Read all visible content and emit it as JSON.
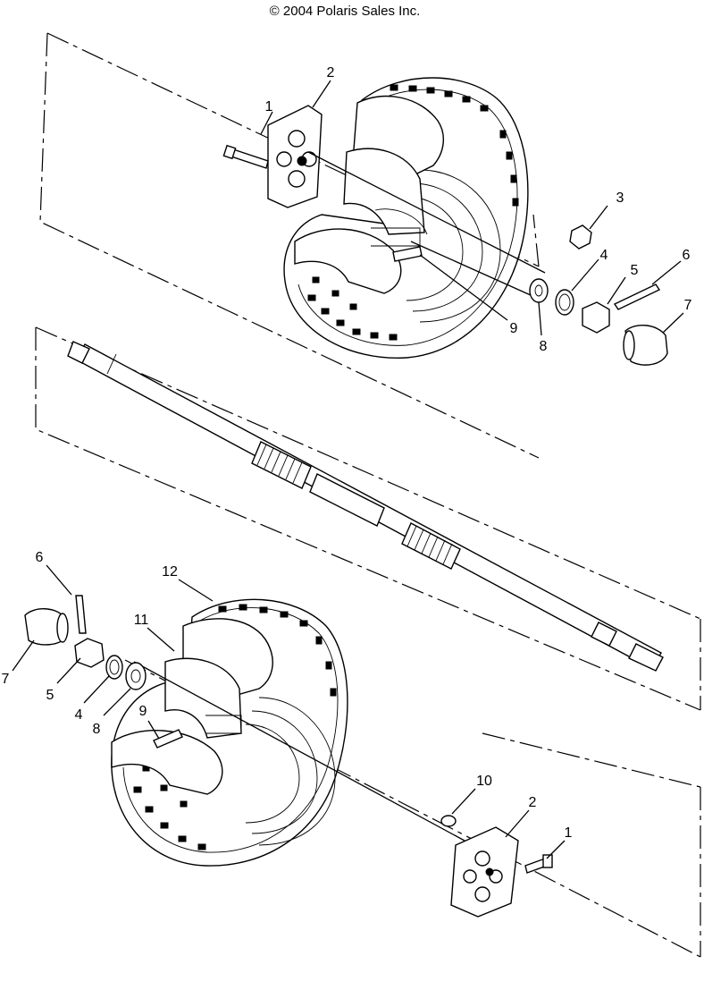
{
  "title": "© 2004 Polaris Sales Inc.",
  "callouts": {
    "upper": {
      "c1": "1",
      "c2": "2",
      "c3": "3",
      "c4": "4",
      "c5": "5",
      "c6": "6",
      "c7": "7",
      "c8": "8",
      "c9": "9"
    },
    "lower": {
      "c6": "6",
      "c12": "12",
      "c11": "11",
      "c7": "7",
      "c5": "5",
      "c4": "4",
      "c8": "8",
      "c9": "9",
      "c10": "10",
      "c2": "2",
      "c1": "1"
    }
  }
}
